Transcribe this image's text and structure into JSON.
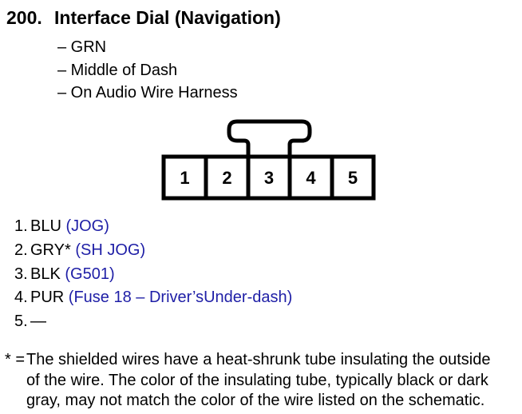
{
  "colors": {
    "ink": "#000000",
    "ref_blue": "#1e1ea6",
    "background": "#ffffff"
  },
  "header": {
    "number": "200.",
    "title": "Interface Dial (Navigation)"
  },
  "details": {
    "items": [
      "– GRN",
      "– Middle of Dash",
      "– On Audio Wire Harness"
    ]
  },
  "connector": {
    "pins": [
      "1",
      "2",
      "3",
      "4",
      "5"
    ]
  },
  "pins": [
    {
      "num": "1.",
      "wire": "BLU",
      "ref": "(JOG)"
    },
    {
      "num": "2.",
      "wire": "GRY*",
      "ref": "(SH JOG)"
    },
    {
      "num": "3.",
      "wire": "BLK",
      "ref": "(G501)"
    },
    {
      "num": "4.",
      "wire": "PUR",
      "ref": "(Fuse 18 – Driver’sUnder-dash)"
    },
    {
      "num": "5.",
      "wire": "—",
      "ref": ""
    }
  ],
  "footnote": {
    "marker": "* =",
    "lines": [
      "The shielded wires have a heat-shrunk tube insulating the outside",
      "of the wire. The color of the insulating tube, typically black or dark",
      "gray, may not match the color of the wire listed on the schematic."
    ]
  }
}
